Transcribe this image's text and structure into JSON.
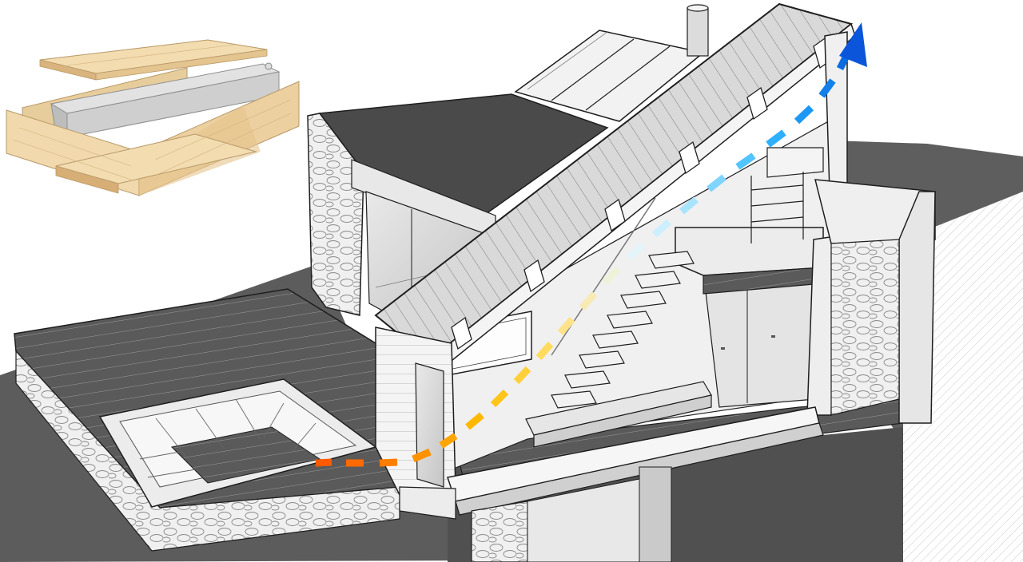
{
  "diagram": {
    "subject": "house-section-stack-ventilation",
    "airflow": {
      "style": "dashed",
      "direction": "from-terrace-up-to-ridge",
      "gradient": [
        "#ff5a00",
        "#ff9a00",
        "#ffc82a",
        "#f5eec0",
        "#bfeeff",
        "#3cc4ff",
        "#0a78e8",
        "#0a50d8"
      ]
    },
    "palette": {
      "background": "#ffffff",
      "ground": "#5c5c5c",
      "roof_dark": "#4a4a4a",
      "roof_panel": "#d8d8d8",
      "wall": "#ececec",
      "line": "#1e1e1e",
      "timber_light": "#f2dcb0",
      "timber_dark": "#d9b47e",
      "metal_tray": "#cfcfcf"
    }
  }
}
